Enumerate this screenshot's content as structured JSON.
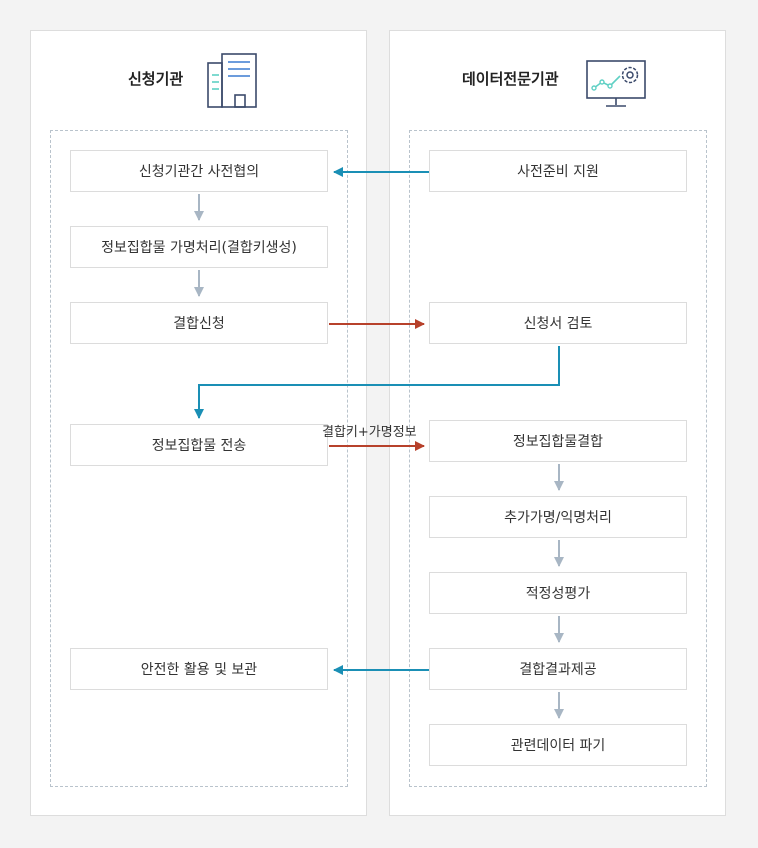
{
  "left_panel": {
    "title": "신청기관",
    "icon": "building-icon"
  },
  "right_panel": {
    "title": "데이터전문기관",
    "icon": "monitor-gear-icon"
  },
  "left_steps": [
    "신청기관간 사전협의",
    "정보집합물 가명처리(결합키생성)",
    "결합신청",
    "정보집합물 전송",
    "안전한 활용 및 보관"
  ],
  "right_steps": [
    "사전준비 지원",
    "신청서 검토",
    "정보집합물결합",
    "추가가명/익명처리",
    "적정성평가",
    "결합결과제공",
    "관련데이터 파기"
  ],
  "edge_label": "결합키+가명정보",
  "colors": {
    "teal_arrow": "#1a8fb5",
    "red_arrow": "#b7412b",
    "gray_arrow": "#a8b6c4",
    "icon_navy": "#3b4a6b",
    "icon_mint": "#5fd0c4"
  }
}
